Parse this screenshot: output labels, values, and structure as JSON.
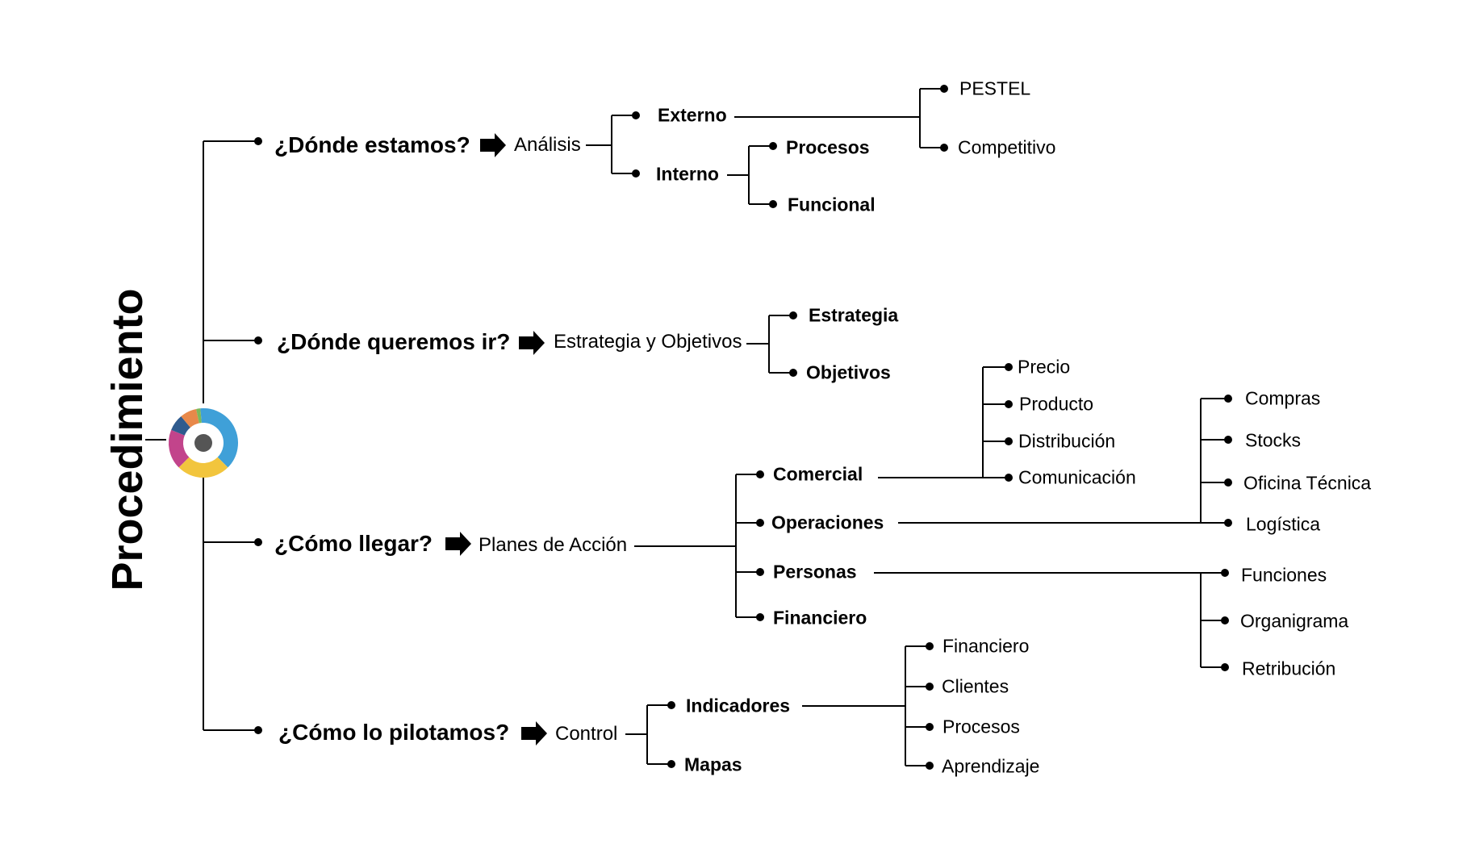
{
  "title": "Procedimiento",
  "logo": {
    "colors": [
      "#3fa0d8",
      "#f2c53d",
      "#c2448b",
      "#2f5b8e",
      "#e8894a",
      "#7cb95a"
    ],
    "center_color": "#555555"
  },
  "branches": [
    {
      "question": "¿Dónde estamos?",
      "area": "Análisis",
      "items": [
        "Externo",
        "Interno"
      ],
      "externo": [
        "PESTEL",
        "Competitivo"
      ],
      "interno": [
        "Procesos",
        "Funcional"
      ]
    },
    {
      "question": "¿Dónde queremos ir?",
      "area": "Estrategia y Objetivos",
      "items": [
        "Estrategia",
        "Objetivos"
      ]
    },
    {
      "question": "¿Cómo llegar?",
      "area": "Planes de Acción",
      "items": [
        "Comercial",
        "Operaciones",
        "Personas",
        "Financiero"
      ],
      "comercial": [
        "Precio",
        "Producto",
        "Distribución",
        "Comunicación"
      ],
      "operaciones": [
        "Compras",
        "Stocks",
        "Oficina Técnica",
        "Logística"
      ],
      "personas": [
        "Funciones",
        "Organigrama",
        "Retribución"
      ]
    },
    {
      "question": "¿Cómo lo pilotamos?",
      "area": "Control",
      "items": [
        "Indicadores",
        "Mapas"
      ],
      "indicadores": [
        "Financiero",
        "Clientes",
        "Procesos",
        "Aprendizaje"
      ]
    }
  ]
}
